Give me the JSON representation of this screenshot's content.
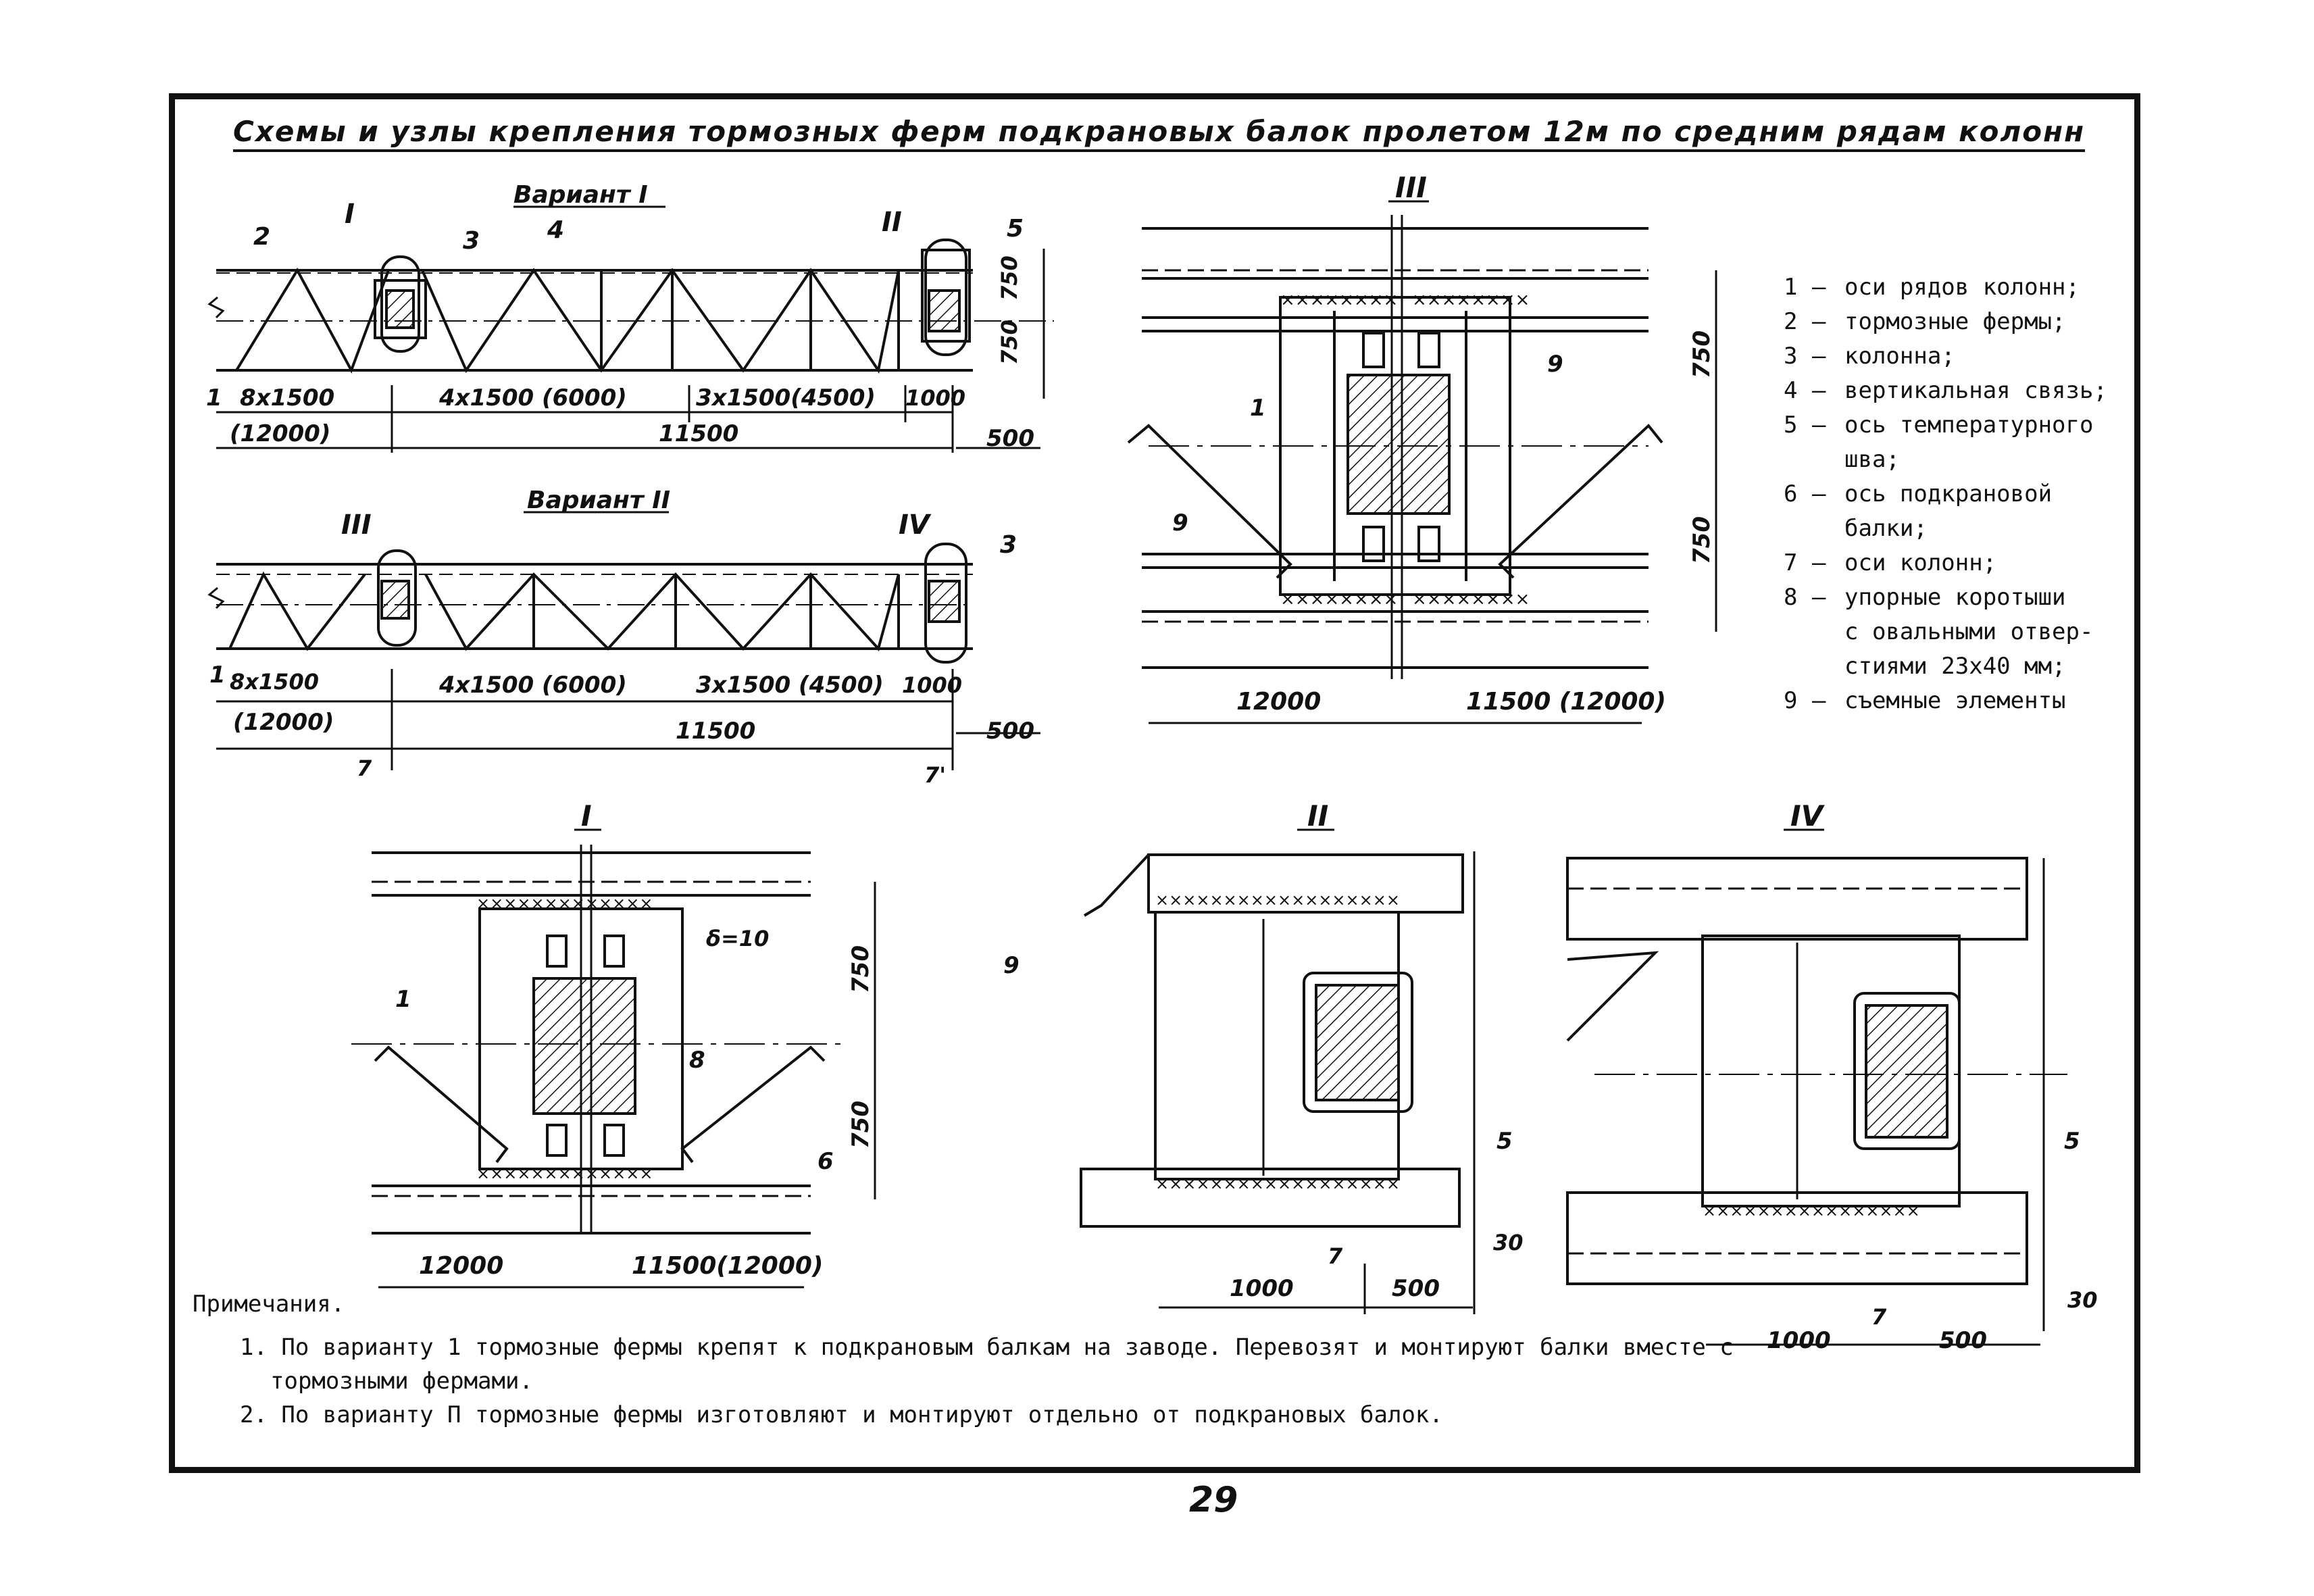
{
  "title": "Схемы и узлы крепления тормозных ферм подкрановых балок пролетом 12м по средним рядам колонн",
  "page_number": "29",
  "variant_1": {
    "heading": "Вариант I",
    "dims": [
      "8х1500",
      "4х1500 (6000)",
      "3х1500(4500)",
      "1000",
      "(12000)",
      "11500",
      "500",
      "750",
      "750"
    ],
    "marks": [
      "I",
      "II",
      "1",
      "2",
      "3",
      "4",
      "5"
    ]
  },
  "variant_2": {
    "heading": "Вариант II",
    "dims": [
      "8х1500",
      "4х1500 (6000)",
      "3х1500 (4500)",
      "1000",
      "(12000)",
      "11500",
      "500"
    ],
    "marks": [
      "III",
      "IV",
      "1",
      "3",
      "7",
      "7'"
    ]
  },
  "node_III": {
    "heading": "III",
    "dims": [
      "750",
      "750",
      "12000",
      "11500 (12000)"
    ],
    "marks": [
      "1",
      "9",
      "9"
    ]
  },
  "node_I": {
    "heading": "I",
    "dims": [
      "750",
      "750",
      "12000",
      "11500(12000)",
      "δ=10"
    ],
    "marks": [
      "1",
      "8",
      "6"
    ]
  },
  "node_II": {
    "heading": "II",
    "dims": [
      "1000",
      "500",
      "30"
    ],
    "marks": [
      "9",
      "5",
      "7"
    ]
  },
  "node_IV": {
    "heading": "IV",
    "dims": [
      "1000",
      "500",
      "30"
    ],
    "marks": [
      "5",
      "7"
    ]
  },
  "legend": [
    {
      "num": "1",
      "text": "оси рядов колонн;"
    },
    {
      "num": "2",
      "text": "тормозные фермы;"
    },
    {
      "num": "3",
      "text": "колонна;"
    },
    {
      "num": "4",
      "text": "вертикальная связь;"
    },
    {
      "num": "5",
      "text": "ось температурного"
    },
    {
      "num": "",
      "text": "шва;"
    },
    {
      "num": "6",
      "text": "ось подкрановой"
    },
    {
      "num": "",
      "text": "балки;"
    },
    {
      "num": "7",
      "text": "оси колонн;"
    },
    {
      "num": "8",
      "text": "упорные коротыши"
    },
    {
      "num": "",
      "text": "с овальными отвер-"
    },
    {
      "num": "",
      "text": "стиями 23х40 мм;"
    },
    {
      "num": "9",
      "text": "съемные элементы"
    }
  ],
  "notes": {
    "heading": "Примечания.",
    "items": [
      "1. По варианту 1 тормозные фермы крепят к подкрановым балкам на заводе. Перевозят и монтируют балки вместе с тормозными фермами.",
      "2. По варианту П тормозные фермы изготовляют и монтируют отдельно от подкрановых балок."
    ]
  }
}
